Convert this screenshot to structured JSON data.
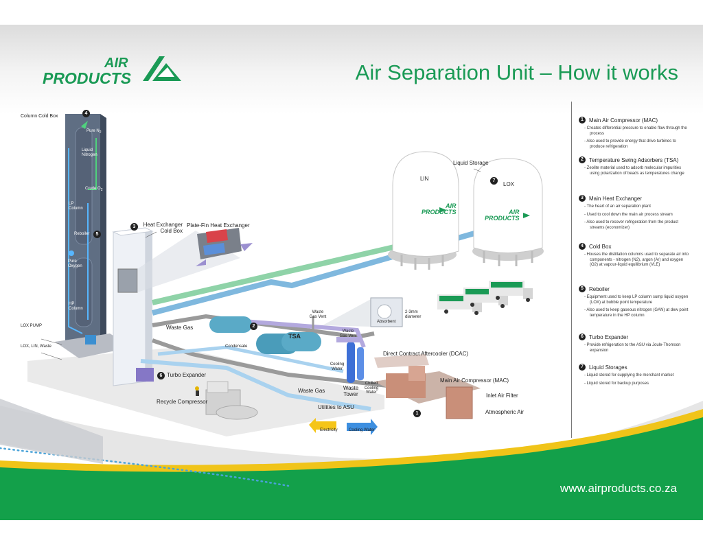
{
  "brand": {
    "logo_line1": "AIR",
    "logo_line2": "PRODUCTS",
    "title": "Air Separation Unit – How it works",
    "url": "www.airproducts.co.za",
    "colors": {
      "brand_green": "#1a9a55",
      "footer_green": "#13a04a",
      "accent_yellow": "#f0c419",
      "stream_blue": "#7fb8de",
      "stream_green": "#8fd3a8",
      "stream_gray": "#9a9a9a",
      "stream_purple": "#9b8fd0"
    }
  },
  "diagram": {
    "column_cold_box": "Column Cold Box",
    "pure_n2": "Pure N",
    "pure_n2_sub": "2",
    "liquid_nitrogen": "Liquid Nitrogen",
    "crude_o2": "Crude O",
    "crude_o2_sub": "2",
    "lp_column": "LP Column",
    "reboiler": "Reboiler",
    "pure_oxygen": "Pure Oxygen",
    "hp_column": "HP Column",
    "lox_pump": "LOX PUMP",
    "lox_lin_waste": "LOX, LIN, Waste",
    "heat_exchanger_cold_box": "Heat Exchanger Cold Box",
    "plate_fin_heat_exchanger": "Plate-Fin Heat Exchanger",
    "liquid_storage": "Liquid Storage",
    "lin": "LIN",
    "lox": "LOX",
    "tank_logo_1": "AIR",
    "tank_logo_2": "PRODUCTS",
    "waste_gas_top": "Waste Gas",
    "condensate": "Condensate",
    "waste_gas_vent_1": "Waste Gas Vent",
    "tsa": "TSA",
    "waste_gas_vent_2": "Waste Gas Vent",
    "absorbent": "Absorbent",
    "diameter": "2-3mm diameter",
    "cooling_water": "Cooling Water",
    "waste_tower": "Waste Tower",
    "chilled_cooling_water": "Chilled Cooling Water",
    "dcac": "Direct Contract Aftercooler (DCAC)",
    "mac": "Main Air Compressor (MAC)",
    "inlet_air_filter": "Inlet Air Filter",
    "atmospheric_air": "Atmospheric Air",
    "turbo_expander": "Turbo Expander",
    "recycle_compressor": "Recycle Compressor",
    "waste_gas_bottom": "Waste Gas",
    "utilities_to_asu": "Utilities to ASU",
    "electricity": "Electricity",
    "cooling_water_util": "Cooling Water",
    "markers": [
      "1",
      "2",
      "3",
      "4",
      "5",
      "6",
      "7"
    ]
  },
  "legend": [
    {
      "num": "1",
      "title": "Main Air Compressor (MAC)",
      "bullets": [
        "Creates differential pressure to enable flow through the process",
        "Also used to provide energy that drive turbines to produce refrigeration"
      ]
    },
    {
      "num": "2",
      "title": "Temperature Swing Adsorbers (TSA)",
      "bullets": [
        "Zeolite material used to adsorb molecular impurities using polarization of beads as temperatures change"
      ]
    },
    {
      "num": "3",
      "title": "Main Heat Exchanger",
      "bullets": [
        "The heart of an air separation plant",
        "Used to cool down the main air process stream",
        "Also used to recover refrigeration from the product streams (economizer)"
      ]
    },
    {
      "num": "4",
      "title": "Cold Box",
      "bullets": [
        "Houses the distillation columns used to separate air into components - nitrogen (N2), argon (Ar) and oxygen (O2) at vapour-liquid equilibrium (VLE)"
      ]
    },
    {
      "num": "5",
      "title": "Reboiler",
      "bullets": [
        "Equipment used to keep LP column sump liquid oxygen (LOX) at bubble point temperature",
        "Also used to keep gaseous nitrogen (GAN) at dew point temperature in the HP column"
      ]
    },
    {
      "num": "6",
      "title": "Turbo Expander",
      "bullets": [
        "Provide refrigeration to the ASU via Joule-Thomson expansion"
      ]
    },
    {
      "num": "7",
      "title": "Liquid Storages",
      "bullets": [
        "Liquid stored for supplying the merchant market",
        "Liquid stored for backup purposes"
      ]
    }
  ]
}
